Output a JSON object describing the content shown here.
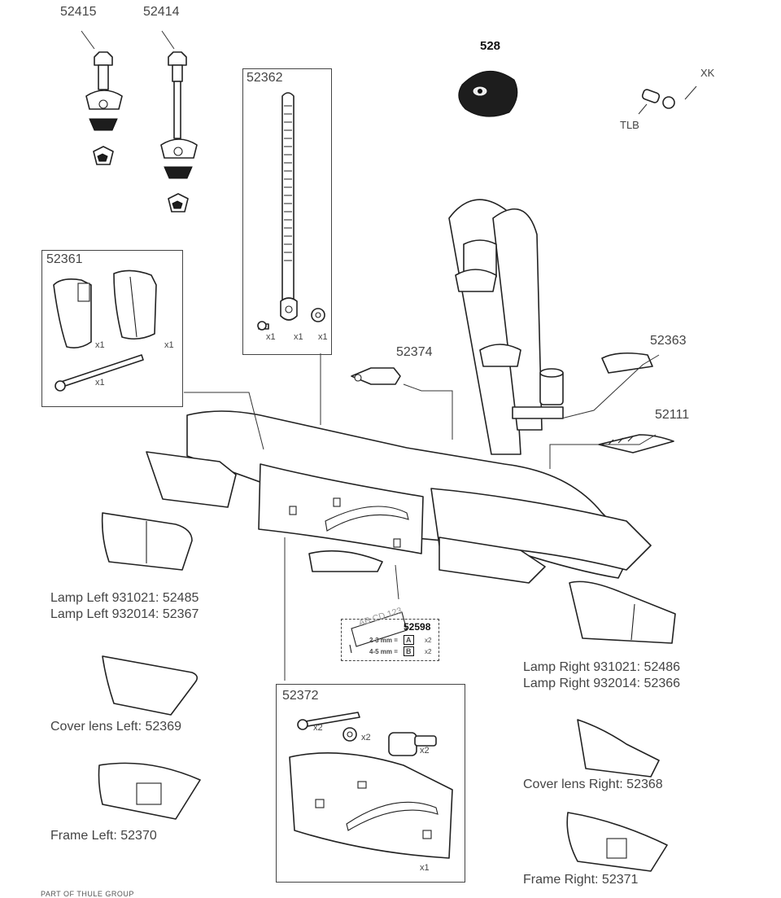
{
  "parts": {
    "p52415": "52415",
    "p52414": "52414",
    "p52362": "52362",
    "p528": "528",
    "xk": "XK",
    "tlb": "TLB",
    "p52361": "52361",
    "p52374": "52374",
    "p52363": "52363",
    "p52111": "52111",
    "p52598": "52598",
    "p52372": "52372"
  },
  "quantities": {
    "x1": "x1",
    "x2": "x2"
  },
  "plate_text": "AB CD 123",
  "spacer_a": "2-3 mm =",
  "spacer_b": "4-5 mm =",
  "spacer_a_letter": "A",
  "spacer_b_letter": "B",
  "lamp_left_1": "Lamp Left 931021: 52485",
  "lamp_left_2": "Lamp Left 932014: 52367",
  "lamp_right_1": "Lamp Right 931021: 52486",
  "lamp_right_2": "Lamp Right 932014: 52366",
  "cover_lens_left": "Cover lens Left: 52369",
  "cover_lens_right": "Cover lens Right: 52368",
  "frame_left": "Frame Left: 52370",
  "frame_right": "Frame Right: 52371",
  "footer": "PART OF THULE GROUP"
}
